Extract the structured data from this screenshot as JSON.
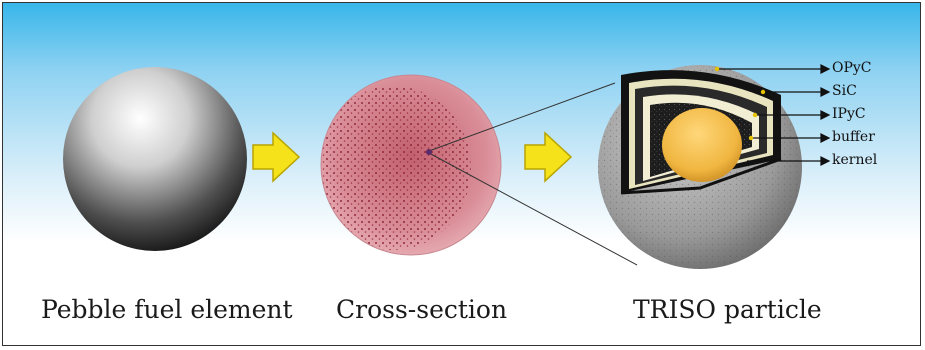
{
  "captions": {
    "pebble": "Pebble fuel element",
    "cross_section": "Cross-section",
    "triso": "TRISO particle"
  },
  "layers": [
    "OPyC",
    "SiC",
    "IPyC",
    "buffer",
    "kernel"
  ],
  "colors": {
    "sky_top": "#38b6ea",
    "arrow_fill": "#f5e21a",
    "kernel": "#f0b640",
    "cross_section": "#d88a94"
  }
}
